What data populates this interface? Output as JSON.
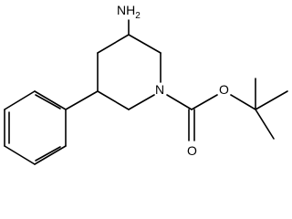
{
  "structure": {
    "atom_labels": {
      "amine_n": "NH",
      "amine_h_count": "2",
      "ring_n": "N",
      "ester_o": "O",
      "carbonyl_o": "O"
    },
    "bond_color": "#000000",
    "label_color": "#000000",
    "background_color": "#ffffff"
  }
}
